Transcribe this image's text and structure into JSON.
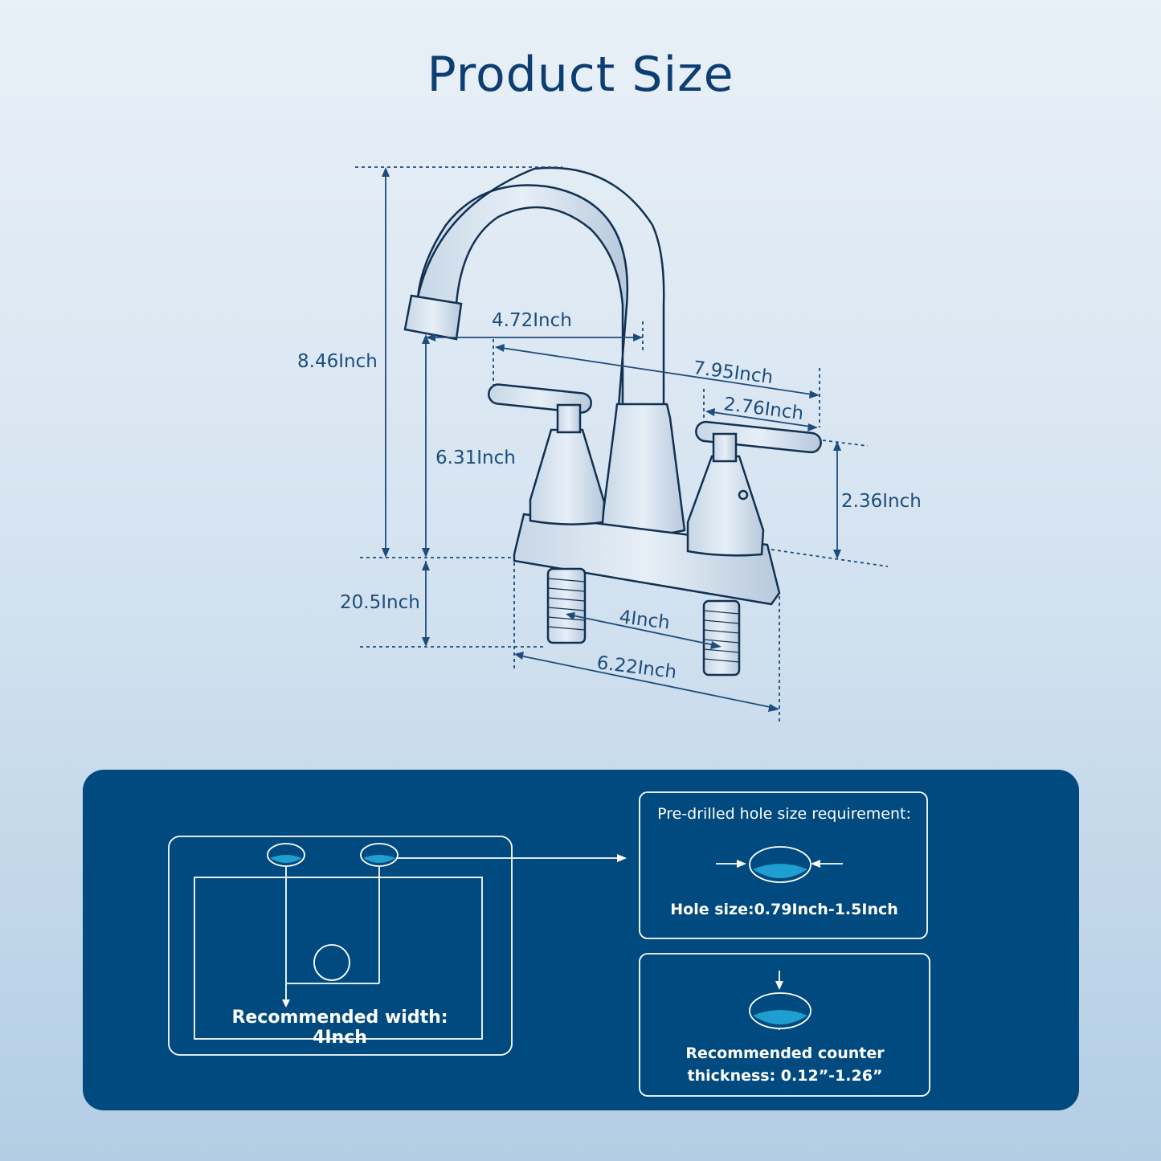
{
  "title": "Product Size",
  "dimensions": {
    "overall_height": "8.46Inch",
    "spout_reach": "4.72Inch",
    "handle_span": "7.95Inch",
    "handle_length": "2.76Inch",
    "spout_height": "6.31Inch",
    "handle_height": "2.36Inch",
    "shank_length": "20.5Inch",
    "center_spacing": "4Inch",
    "base_width": "6.22Inch"
  },
  "panel": {
    "sink_label": "Recommended width: 4Inch",
    "hole_heading": "Pre-drilled hole size requirement:",
    "hole_size": "Hole size:0.79Inch-1.5Inch",
    "thickness_line1": "Recommended counter",
    "thickness_line2": "thickness:  0.12”-1.26”"
  },
  "colors": {
    "title": "#0d3e73",
    "dimension_line": "#1d4d7c",
    "panel_bg": "#004a80",
    "water": "#1e9fd0"
  }
}
